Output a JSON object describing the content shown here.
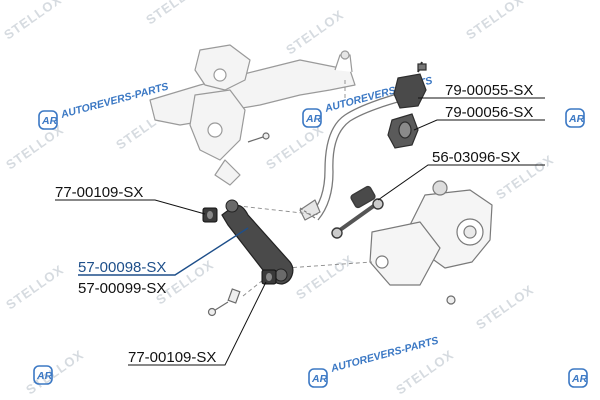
{
  "watermark": {
    "brand": "STELLOX",
    "site": "AUTOREVERS-PARTS",
    "badge": "AR"
  },
  "callouts": [
    {
      "id": "c1",
      "label": "79-00055-SX"
    },
    {
      "id": "c2",
      "label": "79-00056-SX"
    },
    {
      "id": "c3",
      "label": "56-03096-SX"
    },
    {
      "id": "c4",
      "label": "77-00109-SX"
    },
    {
      "id": "c5",
      "label": "57-00098-SX"
    },
    {
      "id": "c6",
      "label": "57-00099-SX"
    },
    {
      "id": "c7",
      "label": "77-00109-SX"
    }
  ],
  "colors": {
    "part_outline": "#6b6b6b",
    "part_fill": "#f2f2f2",
    "highlight": "#1e4f8a",
    "leader": "#111111"
  }
}
